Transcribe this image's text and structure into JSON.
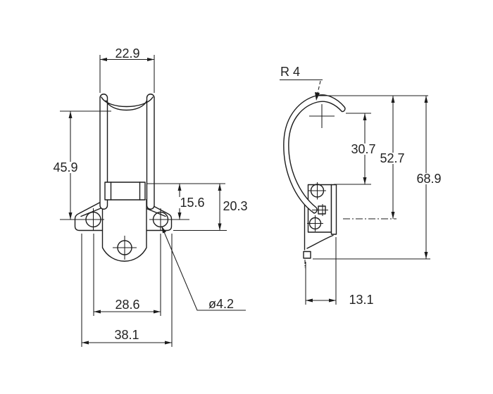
{
  "drawing": {
    "type": "engineering-drawing",
    "subject": "spring draw toggle latch, front and side orthographic views",
    "colors": {
      "line": "#1c1c1c",
      "background": "#ffffff"
    },
    "views": {
      "front": "front view",
      "side": "side view"
    },
    "dimensions": {
      "loop_width": "22.9",
      "loop_height": "45.9",
      "lever_to_holes": "15.6",
      "lever_to_base": "20.3",
      "hole_spacing": "28.6",
      "base_width": "38.1",
      "hole_diameter": "ø4.2",
      "hook_radius": "R 4",
      "hook_tip_drop": "30.7",
      "hook_to_latch_point": "52.7",
      "overall_height": "68.9",
      "base_depth": "13.1"
    }
  }
}
